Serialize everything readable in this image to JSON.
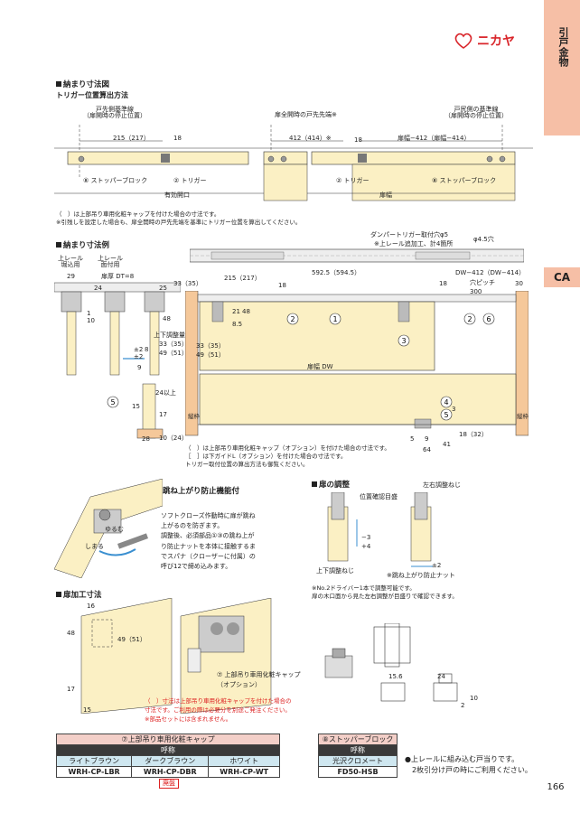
{
  "sidebar": {
    "category": "引戸金物",
    "tab": "CA"
  },
  "brand": "ニカヤ",
  "page_number": "166",
  "sec1": {
    "title": "納まり寸法図",
    "subtitle": "トリガー位置算出方法",
    "label_left_base": "戸先側基準線\n（扉開時の停止位置）",
    "label_center": "扉全開時の戸先先端※",
    "label_right_base": "戸尻側の基準線\n（扉開時の停止位置）",
    "dim_215": "215（217）",
    "dim_18a": "18",
    "dim_412": "412（414）※",
    "dim_18b": "18",
    "dim_door": "扉幅−412（扉幅−414）",
    "lbl_stopper1": "⑧ ストッパーブロック",
    "lbl_trigger1": "② トリガー",
    "lbl_trigger2": "② トリガー",
    "lbl_stopper2": "⑧ ストッパーブロック",
    "lbl_opening": "有効開口",
    "lbl_doorwidth": "扉幅",
    "note1": "（　）は上部吊り車用化粧キャップを付けた場合の寸法です。",
    "note2": "※引残しを設定した場合も、扉全開時の戸先先端を基準にトリガー位置を算出してください。"
  },
  "sec2": {
    "title": "納まり寸法例",
    "rail1": "上レール\n堀込用",
    "rail2": "上レール\n面付用",
    "dim_29": "29",
    "door_thickness": "扉厚 DT=8",
    "dim_24": "24",
    "dim_1": "1",
    "dim_10": "10",
    "dim_25": "25",
    "dim_48": "48",
    "adjust": "上下調整量",
    "dim_4": "±2",
    "dim_2": "±2",
    "dim_5a": "8",
    "dim_9": "9",
    "dim_33": "33（35）",
    "dim_49": "49（51）",
    "dim_24up": "24以上",
    "dim_15": "15",
    "dim_17": "17",
    "dim_28": "28",
    "dim_10b": "10（24）",
    "damper_label": "ダンパートリガー取付穴φ5",
    "damper_sub": "※上レール追加工、計4箇所",
    "phi": "φ4.5穴",
    "dim_592": "592.5（594.5）",
    "dim_215": "215（217）",
    "dim_18": "18",
    "dw_formula": "DW−412（DW−414）",
    "dim_18c": "18",
    "hole_pitch": "穴ピッチ",
    "dim_300": "300",
    "dim_30": "30",
    "dim_33b": "33（35）",
    "dim_21": "21",
    "dim_85": "8.5",
    "dim_48b": "48",
    "dim_33c": "33（35）",
    "dim_49b": "49（51）",
    "door_dw": "扉幅 DW",
    "dim_3": "3",
    "dim_5": "5",
    "dim_9b": "9",
    "dim_41": "41",
    "dim_64": "64",
    "dim_18_32": "18（32）",
    "side_l": "縦枠",
    "side_r": "縦枠",
    "callouts": [
      "1",
      "2",
      "3",
      "4",
      "5",
      "6"
    ],
    "note1": "（　）は上部吊り車用化粧キャップ（オプション）を付けた場合の寸法です。",
    "note2": "［　］は下ガイドL（オプション）を付けた場合の寸法です。",
    "note3": "トリガー取付位置の算出方法も御覧ください。"
  },
  "sec3": {
    "title": "跳ね上がり防止機能付",
    "loosen": "ゆるむ",
    "tighten": "しまる",
    "text": "ソフトクローズ作動時に扉が跳ね上がるのを防ぎます。\n調整後、必須部品①③の跳ね上がり防止ナットを本体に接触するまでスパナ（クローザーに付属）の呼び12で締め込みます。"
  },
  "sec4": {
    "title": "扉の調整",
    "lbl_screw_lr": "左右調整ねじ",
    "lbl_position": "位置確認目盛",
    "lbl_ud": "上下調整ねじ",
    "lbl_nut": "※跳ね上がり防止ナット",
    "minus3": "−3",
    "plus4": "+4",
    "pm2": "±2",
    "note1": "※No.2ドライバー1本で調整可能です。",
    "note2": "扉の木口面から見た左右調整が目盛りで確認できます。"
  },
  "sec5": {
    "title": "扉加工寸法",
    "dim_16": "16",
    "dim_48": "48",
    "dim_49": "49（51）",
    "dim_17": "17",
    "dim_15": "15",
    "cap_label": "⑦ 上部吊り車用化粧キャップ\n（オプション）",
    "note": "（　）寸法は上部吊り車用化粧キャップを付けた場合の\n寸法です。ご利用の際は必要分を別途ご発注ください。\n※部品セットには含まれません。"
  },
  "sec6": {
    "dim_156": "15.6",
    "dim_24": "24",
    "dim_2": "2",
    "dim_10": "10"
  },
  "table_cap": {
    "title": "⑦上部吊り車用化粧キャップ",
    "header": "呼称",
    "cols": [
      "ライトブラウン",
      "ダークブラウン",
      "ホワイト"
    ],
    "codes": [
      "WRH-CP-LBR",
      "WRH-CP-DBR",
      "WRH-CP-WT"
    ],
    "tag": "廃盤"
  },
  "table_stopper": {
    "title": "⑧ストッパーブロック",
    "header": "呼称",
    "col": "光沢クロメート",
    "code": "FD50-HSB"
  },
  "footnote": "●上レールに組み込む戸当りです。\n　2枚引分け戸の時にご利用ください。",
  "colors": {
    "side_tab": "#f6bfa6",
    "logo_red": "#d9262b",
    "door_fill": "#fbf0c4"
  }
}
